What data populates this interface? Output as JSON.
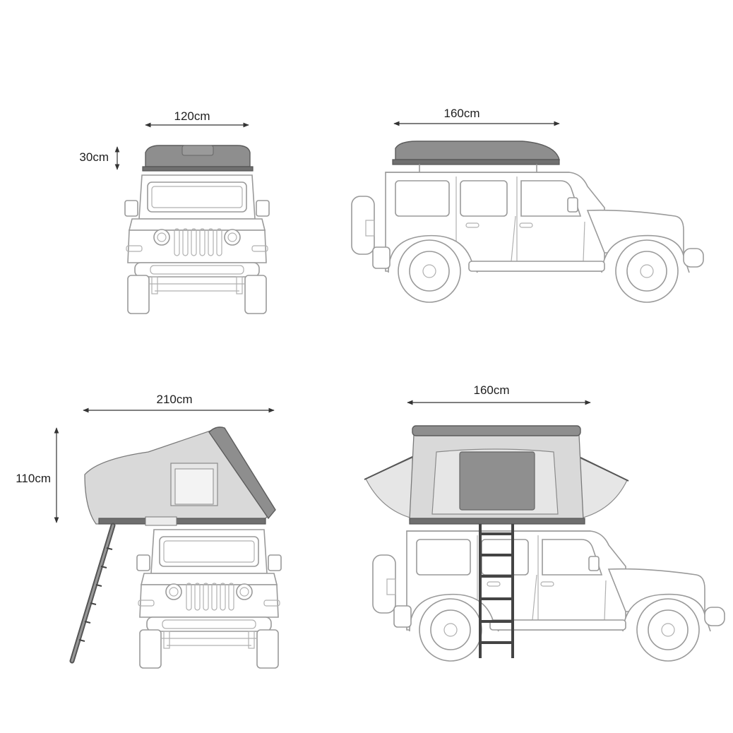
{
  "dimensions": {
    "front_closed_width": "120cm",
    "front_closed_height": "30cm",
    "side_closed_length": "160cm",
    "front_open_width": "210cm",
    "front_open_height": "110cm",
    "side_open_length": "160cm"
  },
  "colors": {
    "line": "#9a9a9a",
    "tent_shell": "#8e8e8e",
    "tent_canvas": "#d9d9d9",
    "text": "#1e1e1e"
  }
}
